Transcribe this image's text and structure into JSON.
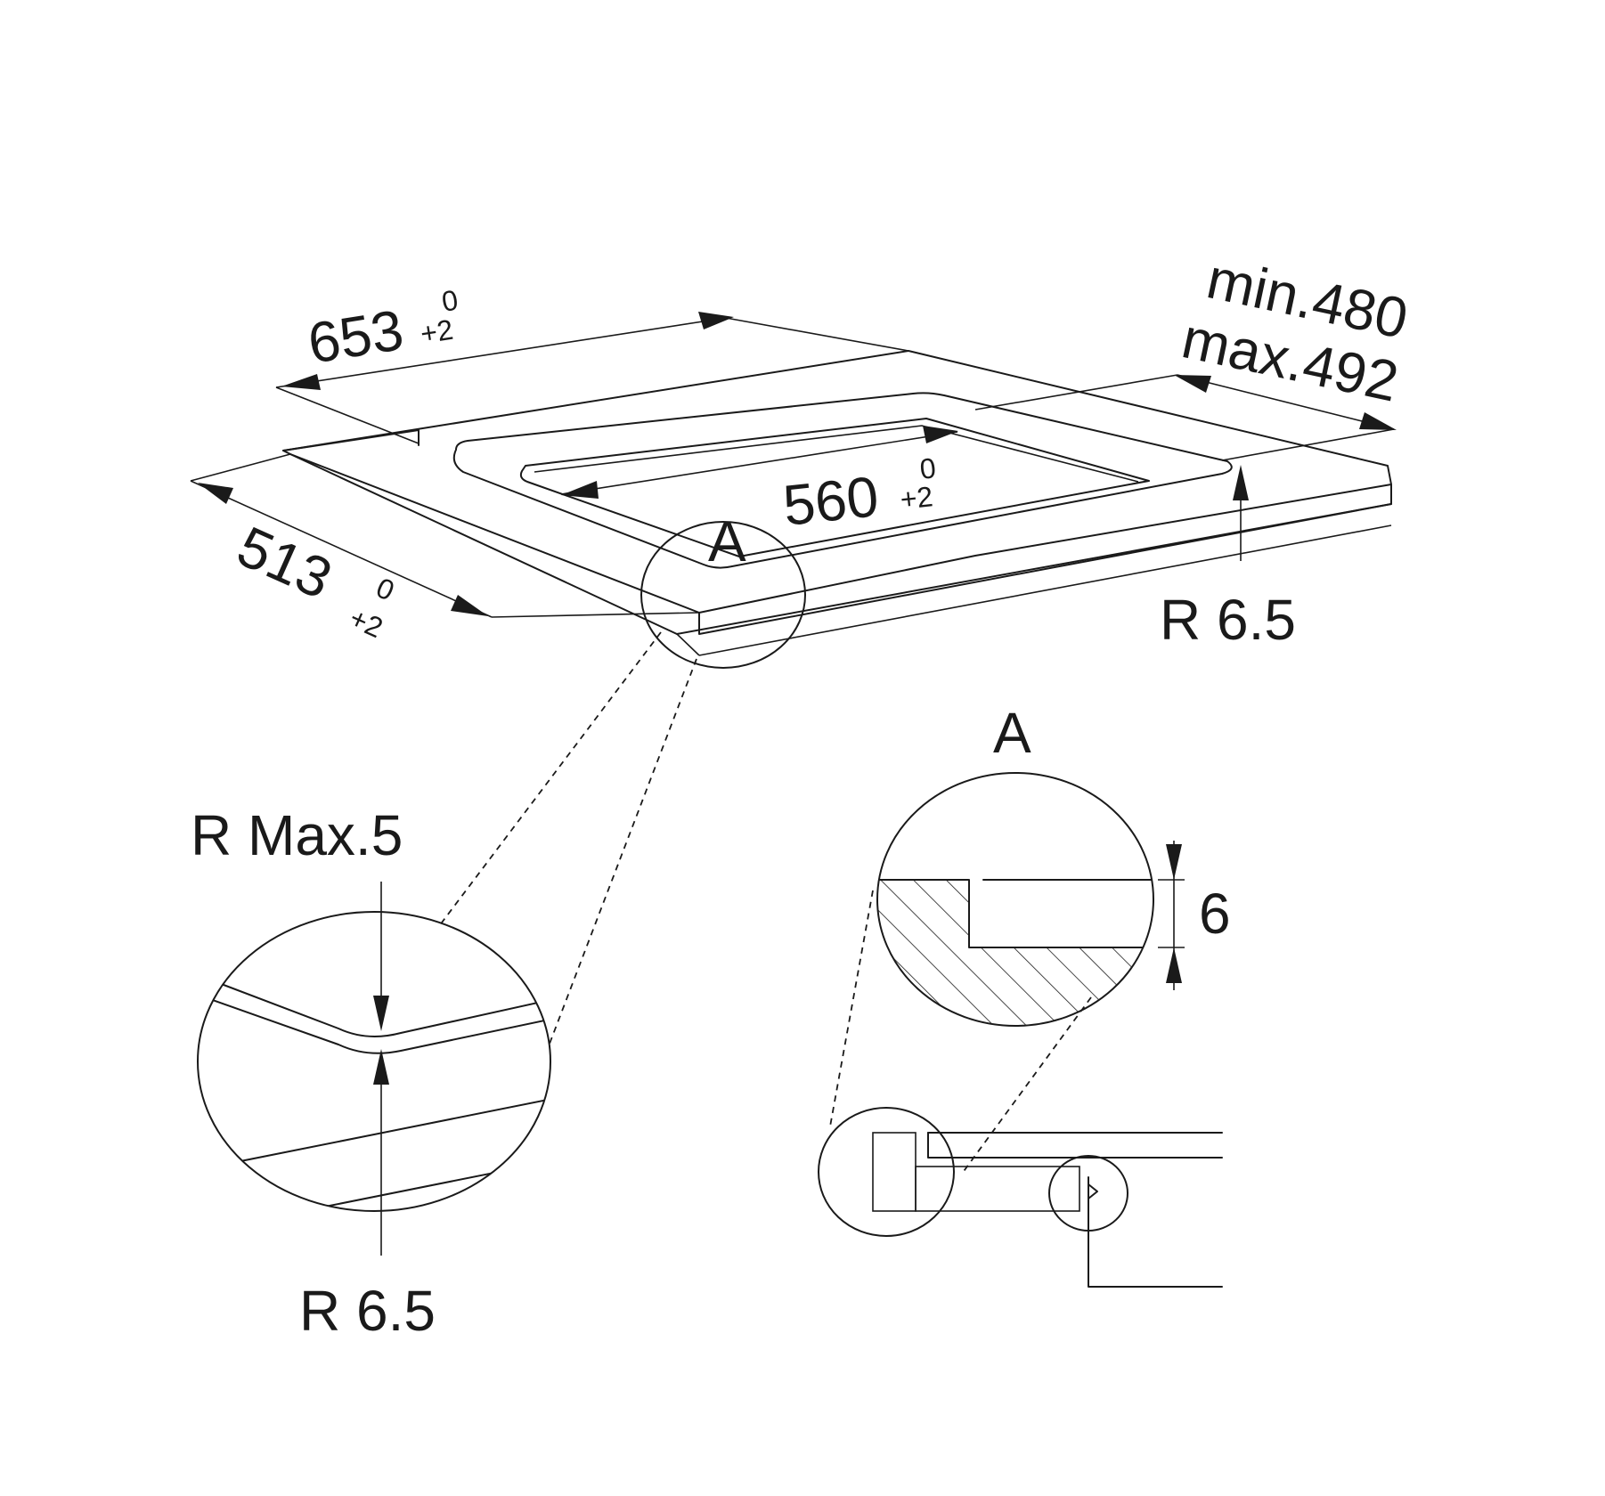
{
  "dimensions": {
    "width_cut": {
      "value": "653",
      "tol_upper": "0",
      "tol_lower": "+2"
    },
    "depth_cut": {
      "value": "513",
      "tol_upper": "0",
      "tol_lower": "+2"
    },
    "inner_width": {
      "value": "560",
      "tol_upper": "0",
      "tol_lower": "+2"
    },
    "worktop_min": "min.480",
    "worktop_max": "max.492",
    "corner_radius_top": "R 6.5",
    "detail_radius_max": "R Max.5",
    "detail_radius_bottom": "R 6.5",
    "step_depth": "6"
  },
  "labels": {
    "detail_marker_main": "A",
    "detail_marker_view": "A"
  }
}
